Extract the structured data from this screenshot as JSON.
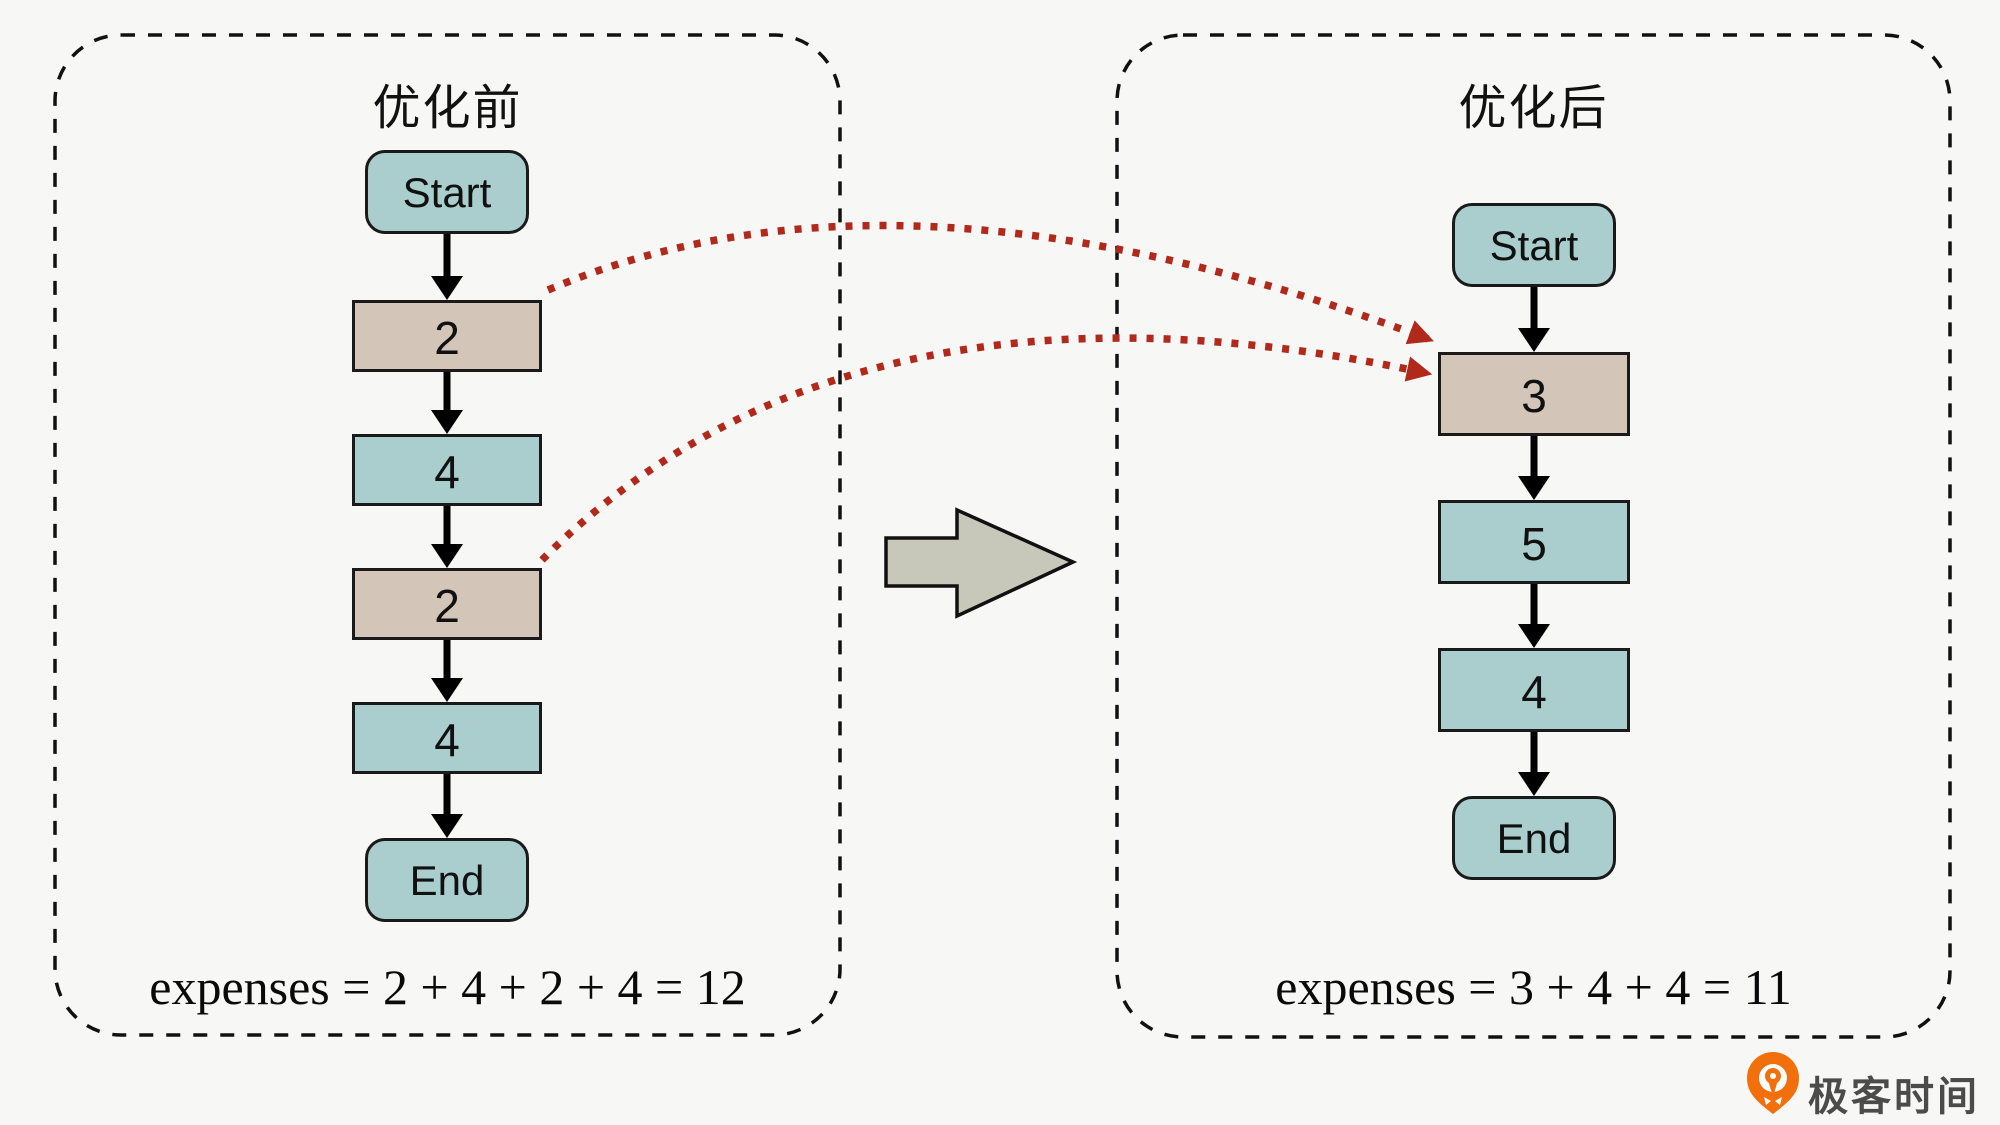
{
  "panels": [
    {
      "id": "before",
      "title": "优化前",
      "nodes": [
        "Start",
        "2",
        "4",
        "2",
        "4",
        "End"
      ],
      "expenses": "expenses = 2 + 4 + 2 + 4 = 12"
    },
    {
      "id": "after",
      "title": "优化后",
      "nodes": [
        "Start",
        "3",
        "5",
        "4",
        "End"
      ],
      "expenses": "expenses = 3 + 4 + 4 = 11"
    }
  ],
  "watermark": {
    "text": "极客时间"
  },
  "colors": {
    "background": "#f7f7f6",
    "teal_node": "#a9cecd",
    "tan_node": "#d3c5b7",
    "node_border": "#1a1a1a",
    "flow_arrow": "#000000",
    "merge_arrow_red": "#b1291a",
    "panel_dash": "#111111",
    "block_arrow_fill": "#c8c8ba",
    "logo_orange": "#f2700c",
    "watermark_gray": "#4b4b4b"
  }
}
